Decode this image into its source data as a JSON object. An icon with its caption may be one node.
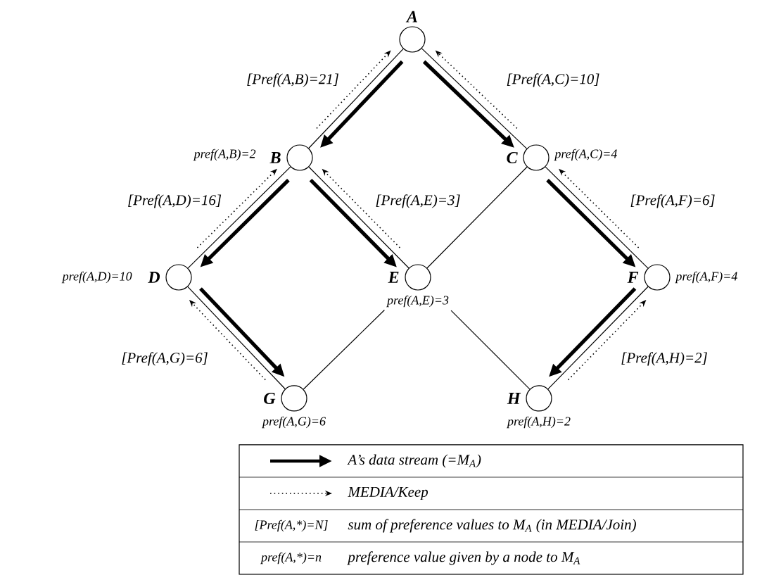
{
  "diagram": {
    "nodes": [
      {
        "text": [
          "A"
        ]
      },
      {
        "text": [
          "B"
        ],
        "beside": [
          "pref(A,B)=2"
        ]
      },
      {
        "text": [
          "C"
        ],
        "beside": [
          "pref(A,C)=4"
        ]
      },
      {
        "text": [
          "D"
        ],
        "beside": [
          "pref(A,D)=10"
        ]
      },
      {
        "text": [
          "E"
        ],
        "beside": [
          "pref(A,E)=3"
        ]
      },
      {
        "text": [
          "F"
        ],
        "beside": [
          "pref(A,F)=4"
        ]
      },
      {
        "text": [
          "G"
        ],
        "beside": [
          "pref(A,G)=6"
        ]
      },
      {
        "text": [
          "H"
        ],
        "beside": [
          "pref(A,H)=2"
        ]
      }
    ],
    "edges": [
      {
        "from": 0,
        "to": 1,
        "arrow": "none"
      },
      {
        "from": 0,
        "to": 2,
        "arrow": "none"
      },
      {
        "from": 1,
        "to": 3,
        "arrow": "none"
      },
      {
        "from": 1,
        "to": 4,
        "arrow": "none"
      },
      {
        "from": 2,
        "to": 4,
        "arrow": "none"
      },
      {
        "from": 2,
        "to": 5,
        "arrow": "none"
      },
      {
        "from": 3,
        "to": 6,
        "arrow": "none"
      },
      {
        "from": 4,
        "to": 6,
        "arrow": "none"
      },
      {
        "from": 4,
        "to": 7,
        "arrow": "none"
      },
      {
        "from": 5,
        "to": 7,
        "arrow": "none"
      },
      {
        "from": 0,
        "to": 1,
        "arrow": "to",
        "style": "thick"
      },
      {
        "from": 0,
        "to": 2,
        "arrow": "to",
        "style": "thick"
      },
      {
        "from": 1,
        "to": 3,
        "arrow": "to",
        "style": "thick"
      },
      {
        "from": 1,
        "to": 4,
        "arrow": "to",
        "style": "thick"
      },
      {
        "from": 2,
        "to": 5,
        "arrow": "to",
        "style": "thick"
      },
      {
        "from": 3,
        "to": 6,
        "arrow": "to",
        "style": "thick"
      },
      {
        "from": 5,
        "to": 7,
        "arrow": "to",
        "style": "thick"
      },
      {
        "from": 1,
        "to": 0,
        "arrow": "to",
        "style": "dashed",
        "label": "[Pref(A,B)=21]"
      },
      {
        "from": 2,
        "to": 0,
        "arrow": "to",
        "style": "dashed",
        "label": "[Pref(A,C)=10]"
      },
      {
        "from": 3,
        "to": 1,
        "arrow": "to",
        "style": "dashed",
        "label": "[Pref(A,D)=16]"
      },
      {
        "from": 4,
        "to": 1,
        "arrow": "to",
        "style": "dashed",
        "label": "[Pref(A,E)=3]"
      },
      {
        "from": 5,
        "to": 2,
        "arrow": "to",
        "style": "dashed",
        "label": "[Pref(A,F)=6]"
      },
      {
        "from": 6,
        "to": 3,
        "arrow": "to",
        "style": "dashed",
        "label": "[Pref(A,G)=6]"
      },
      {
        "from": 7,
        "to": 5,
        "arrow": "to",
        "style": "dashed",
        "label": "[Pref(A,H)=2]"
      }
    ],
    "labels": [
      "[Pref(A,*)=N]",
      "pref(A,*)=n"
    ],
    "legend": [
      {
        "text": "A’s data stream (=M$_{A}$)"
      },
      {
        "text": "MEDIA/Keep"
      },
      {
        "text": "sum of preference values to M$_{A}$ (in MEDIA/Join)"
      },
      {
        "text": "preference value given by a node to M$_{A}$"
      }
    ]
  }
}
